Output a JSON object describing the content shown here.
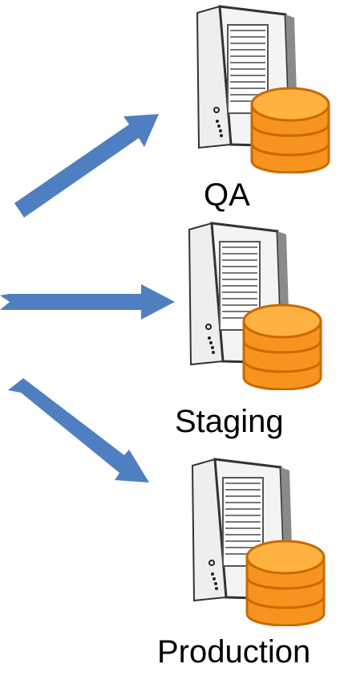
{
  "colors": {
    "arrow": "#4F7FC0",
    "database": "#F7941D",
    "database_dark": "#C86A00",
    "server_body": "#F2F2F2",
    "server_outline": "#333333"
  },
  "nodes": [
    {
      "label": "QA",
      "icon": "server-database-icon"
    },
    {
      "label": "Staging",
      "icon": "server-database-icon"
    },
    {
      "label": "Production",
      "icon": "server-database-icon"
    }
  ],
  "arrows": [
    {
      "from": "left",
      "to": "QA",
      "icon": "arrow-up-right-icon"
    },
    {
      "from": "left",
      "to": "Staging",
      "icon": "arrow-right-icon"
    },
    {
      "from": "left",
      "to": "Production",
      "icon": "arrow-down-right-icon"
    }
  ]
}
